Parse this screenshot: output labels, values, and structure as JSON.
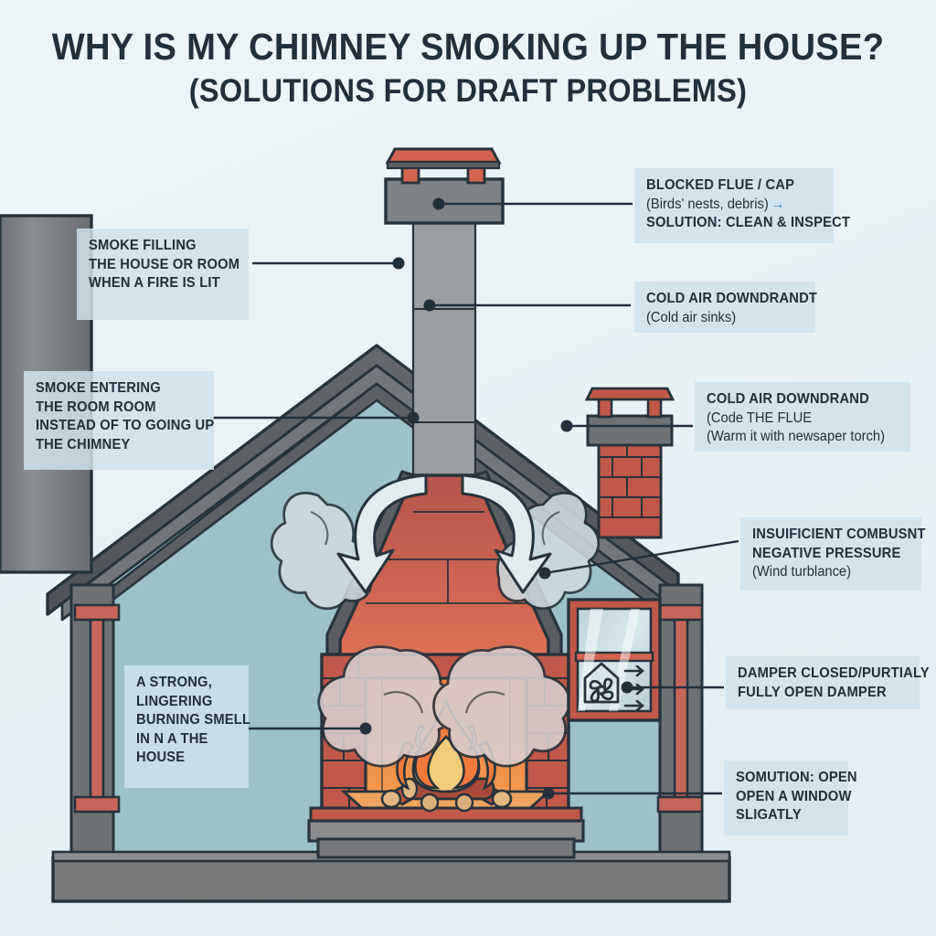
{
  "title": {
    "line1": "WHY IS MY CHIMNEY SMOKING UP THE HOUSE?",
    "line2": "(SOLUTIONS FOR DRAFT PROBLEMS)"
  },
  "colors": {
    "background": "#eaf2f5",
    "callout_box": "#cee2ec",
    "text_dark": "#22303c",
    "accent_blue": "#2f7fb5",
    "brick_red": "#c1584a",
    "roof_gray": "#5a5f63",
    "wall_interior": "#9dc0c9",
    "fire_orange": "#f07a3c",
    "fire_yellow": "#f2cc7a",
    "smoke_gray": "#ccdbe0"
  },
  "callouts": {
    "smoke_filling": {
      "lines": [
        {
          "text": "SMOKE FILLING",
          "style": "bold"
        },
        {
          "text": "THE HOUSE OR ROOM",
          "style": "bold"
        },
        {
          "text": "WHEN A FIRE IS LIT",
          "style": "bold"
        }
      ]
    },
    "smoke_entering": {
      "lines": [
        {
          "text": "SMOKE ENTERING",
          "style": "bold"
        },
        {
          "text": "THE ROOM ROOM",
          "style": "bold"
        },
        {
          "text": "INSTEAD OF TO GOING UP",
          "style": "bold"
        },
        {
          "text": "THE CHIMNEY",
          "style": "bold"
        }
      ]
    },
    "burning_smell": {
      "lines": [
        {
          "text": "A STRONG,",
          "style": "bold"
        },
        {
          "text": "LINGERING",
          "style": "bold"
        },
        {
          "text": "BURNING SMELL",
          "style": "bold"
        },
        {
          "text": "IN N A THE",
          "style": "bold"
        },
        {
          "text": "HOUSE",
          "style": "bold"
        }
      ]
    },
    "blocked_flue": {
      "lines": [
        {
          "text": "BLOCKED FLUE / CAP",
          "style": "bold"
        },
        {
          "text": "(Birds' nests, debris)",
          "style": "reg",
          "arrow": "→"
        },
        {
          "text": "SOLUTION: CLEAN & INSPECT",
          "style": "bold"
        }
      ]
    },
    "cold_air_downdraft_1": {
      "lines": [
        {
          "text": "COLD AIR DOWNDRANDT",
          "style": "bold"
        },
        {
          "text": "(Cold air sinks)",
          "style": "reg"
        }
      ]
    },
    "cold_air_downdraft_2": {
      "lines": [
        {
          "text": "COLD AIR DOWNDRAND",
          "style": "bold"
        },
        {
          "text": "(Code THE FLUE",
          "style": "mixed"
        },
        {
          "text": "(Warm it with newsaper torch)",
          "style": "reg"
        }
      ]
    },
    "insufficient_combustion": {
      "lines": [
        {
          "text": "INSUIFICIENT COMBUSNT",
          "style": "bold"
        },
        {
          "text": "NEGATIVE PRESSURE",
          "style": "bold"
        },
        {
          "text": "(Wind turblance)",
          "style": "reg"
        }
      ]
    },
    "damper_closed": {
      "lines": [
        {
          "text": "DAMPER CLOSED/PURTIALY",
          "style": "bold"
        },
        {
          "text": "FULLY OPEN DAMPER",
          "style": "bold"
        }
      ]
    },
    "open_window": {
      "lines": [
        {
          "text": "SOMUTION: OPEN",
          "style": "bold"
        },
        {
          "text": "OPEN A WINDOW",
          "style": "bold"
        },
        {
          "text": "SLIGATLY",
          "style": "bold"
        }
      ]
    }
  },
  "diagram": {
    "elements": [
      "house-cross-section",
      "main-chimney-stack",
      "chimney-cap",
      "secondary-brick-chimney",
      "fireplace-firebox",
      "fire-flames",
      "firewood-logs",
      "smoke-clouds",
      "downdraft-arrows",
      "window-with-fan-icon",
      "roof",
      "foundation-slab",
      "wall-columns"
    ]
  }
}
